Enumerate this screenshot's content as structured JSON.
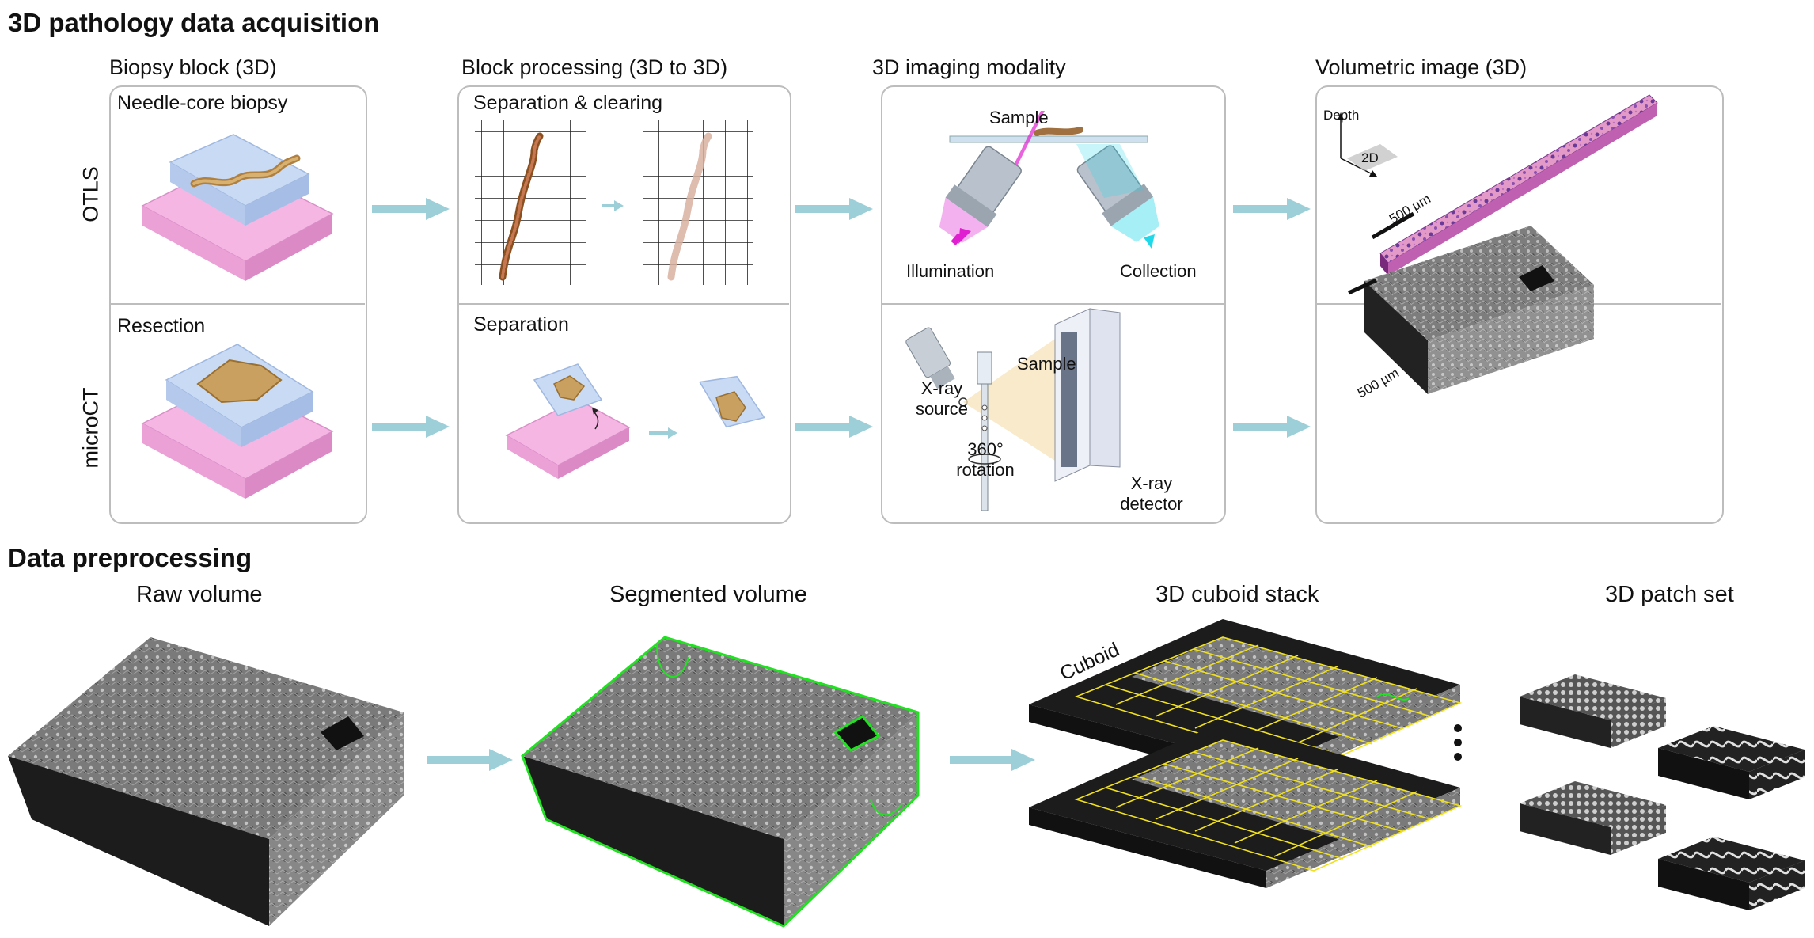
{
  "acquisition": {
    "title": "3D pathology data acquisition",
    "columns": [
      "Biopsy block (3D)",
      "Block processing (3D to 3D)",
      "3D imaging modality",
      "Volumetric image (3D)"
    ],
    "rows": [
      "OTLS",
      "microCT"
    ],
    "panels": {
      "needle_core": "Needle-core biopsy",
      "resection": "Resection",
      "sep_clearing": "Separation & clearing",
      "separation": "Separation"
    },
    "otls_imaging": {
      "sample": "Sample",
      "illumination": "Illumination",
      "collection": "Collection"
    },
    "microct_imaging": {
      "xray_source": "X-ray\nsource",
      "sample": "Sample",
      "rotation": "360°\nrotation",
      "detector": "X-ray\ndetector"
    },
    "volumetric": {
      "depth": "Depth",
      "twod": "2D",
      "scale_otls": "500 µm",
      "scale_ct": "500 µm"
    }
  },
  "preprocessing": {
    "title": "Data preprocessing",
    "steps": [
      "Raw volume",
      "Segmented volume",
      "3D cuboid stack",
      "3D patch set"
    ],
    "cuboid_label": "Cuboid"
  },
  "colors": {
    "arrow": "#9ccfd8",
    "pink_cassette": "#f5b6e4",
    "blue_lid": "#c9daf5",
    "magenta": "#e020d0",
    "cyan": "#20d8e8",
    "segment_green": "#22e022",
    "grid_yellow": "#f0e020"
  }
}
